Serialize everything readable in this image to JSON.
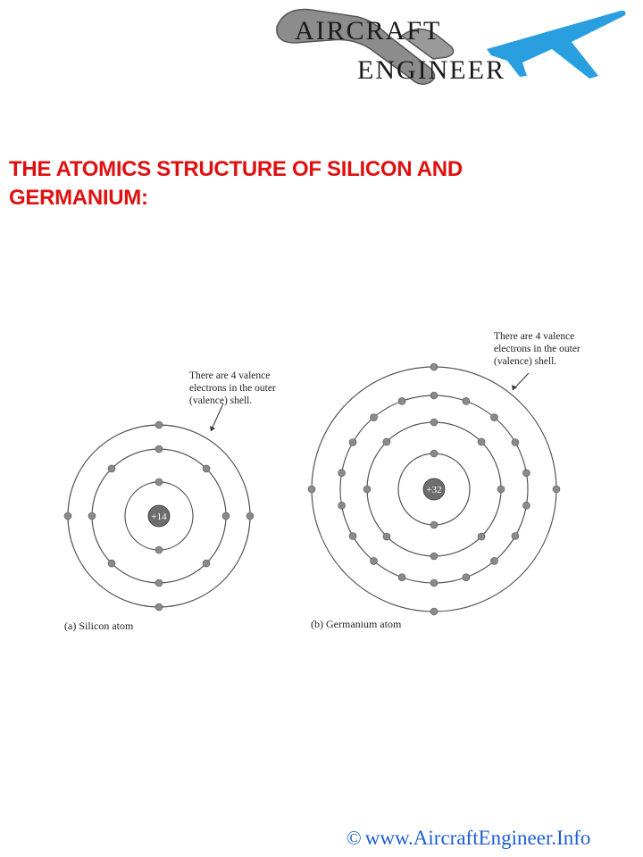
{
  "logo": {
    "line1": "AIRCRAFT",
    "line2": "ENGINEER",
    "wrench_icon": "wrench-icon",
    "plane_icon": "airplane-icon"
  },
  "title": "THE ATOMICS STRUCTURE OF SILICON AND GERMANIUM:",
  "diagram": {
    "silicon": {
      "caption": "(a) Silicon atom",
      "nucleus_label": "+14",
      "note": "There are 4 valence\nelectrons in the outer\n(valence) shell.",
      "shells": [
        2,
        8,
        4
      ]
    },
    "germanium": {
      "caption": "(b) Germanium atom",
      "nucleus_label": "+32",
      "note": "There are 4 valence\nelectrons in the outer\n(valence) shell.",
      "shells": [
        2,
        8,
        18,
        4
      ]
    }
  },
  "footer": {
    "copyright_symbol": "©",
    "site": "www.AircraftEngineer.Info"
  },
  "colors": {
    "title": "#e01010",
    "footer": "#1d5fd1",
    "orbit": "#555555",
    "electron": "#8a8a8a"
  }
}
